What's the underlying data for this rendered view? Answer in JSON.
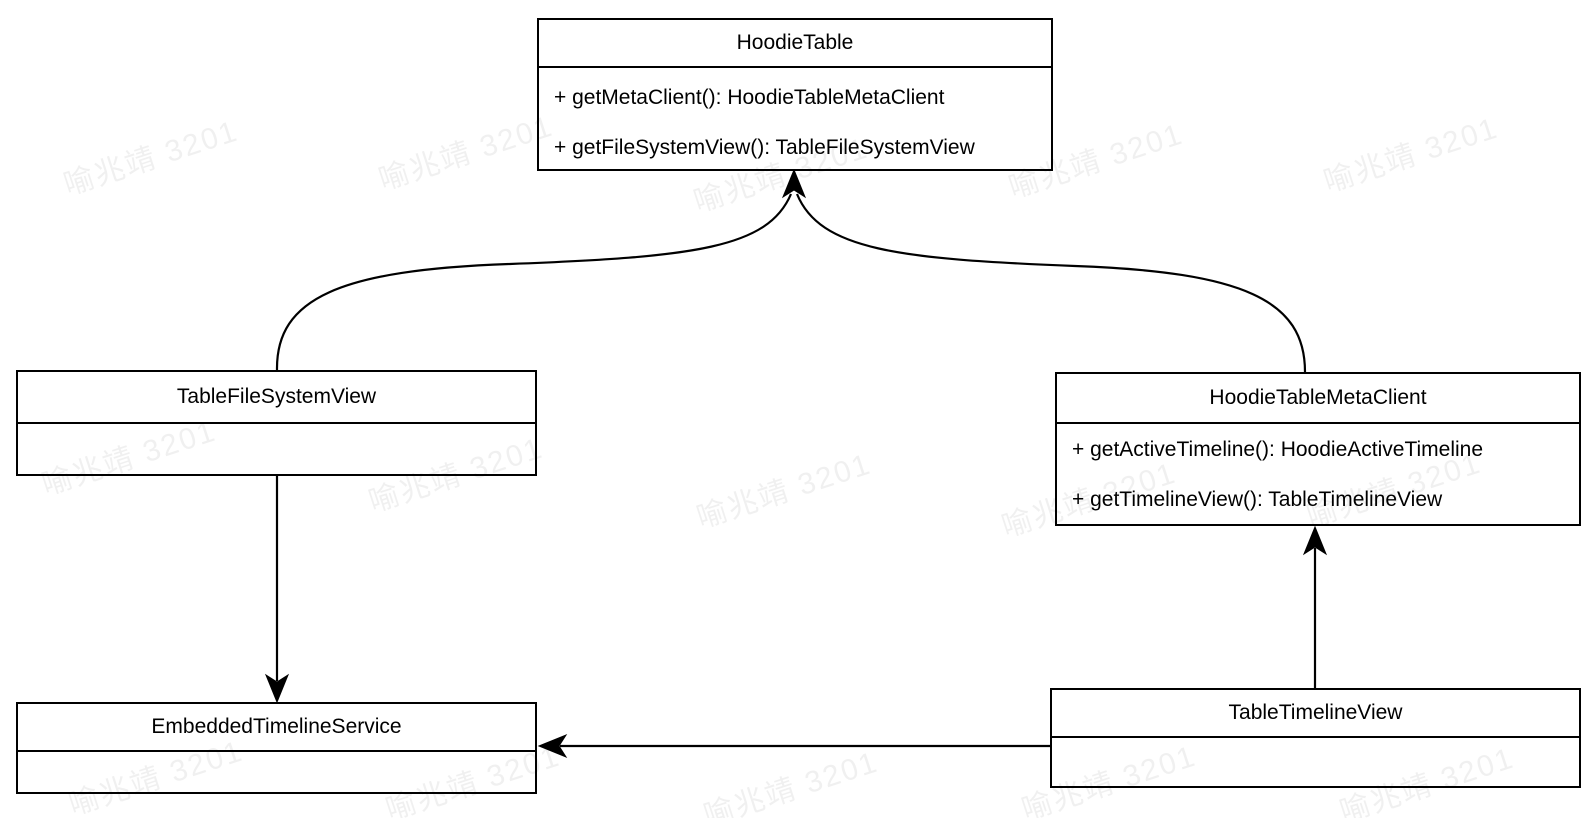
{
  "diagram": {
    "type": "uml-class-diagram",
    "background_color": "#ffffff",
    "line_color": "#000000",
    "watermark": {
      "text": "喻兆靖 3201",
      "color": "rgba(0,0,0,0.06)"
    },
    "classes": [
      {
        "name": "HoodieTable",
        "methods": [
          "+ getMetaClient(): HoodieTableMetaClient",
          "+ getFileSystemView(): TableFileSystemView"
        ]
      },
      {
        "name": "TableFileSystemView",
        "methods": []
      },
      {
        "name": "HoodieTableMetaClient",
        "methods": [
          "+ getActiveTimeline(): HoodieActiveTimeline",
          "+ getTimelineView(): TableTimelineView"
        ]
      },
      {
        "name": "EmbeddedTimelineService",
        "methods": []
      },
      {
        "name": "TableTimelineView",
        "methods": []
      }
    ],
    "relations": [
      {
        "from": "TableFileSystemView",
        "to": "HoodieTable",
        "style": "curved",
        "arrowhead": "filled"
      },
      {
        "from": "HoodieTableMetaClient",
        "to": "HoodieTable",
        "style": "curved",
        "arrowhead": "filled"
      },
      {
        "from": "TableFileSystemView",
        "to": "EmbeddedTimelineService",
        "style": "straight",
        "arrowhead": "filled"
      },
      {
        "from": "TableTimelineView",
        "to": "HoodieTableMetaClient",
        "style": "straight",
        "arrowhead": "filled"
      },
      {
        "from": "TableTimelineView",
        "to": "EmbeddedTimelineService",
        "style": "straight",
        "arrowhead": "filled"
      }
    ]
  }
}
